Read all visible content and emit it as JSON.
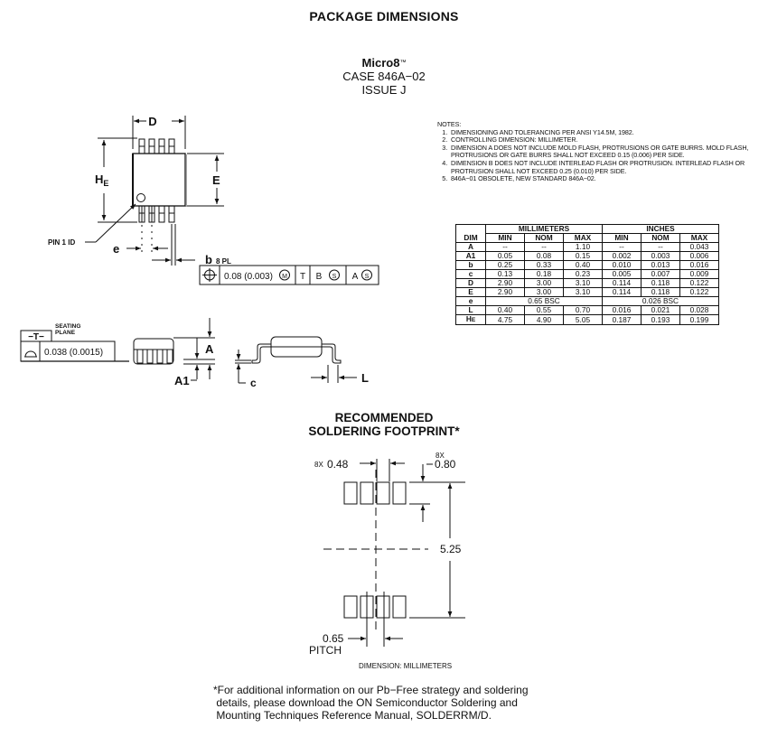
{
  "page_title": "PACKAGE DIMENSIONS",
  "package": {
    "name": "Micro8",
    "trademark": "™",
    "case": "CASE 846A−02",
    "issue": "ISSUE J"
  },
  "notes": {
    "heading": "NOTES:",
    "items": [
      "DIMENSIONING AND TOLERANCING PER ANSI Y14.5M, 1982.",
      "CONTROLLING DIMENSION: MILLIMETER.",
      "DIMENSION A DOES NOT INCLUDE MOLD FLASH, PROTRUSIONS OR GATE BURRS. MOLD FLASH, PROTRUSIONS OR GATE BURRS SHALL NOT EXCEED 0.15 (0.006) PER SIDE.",
      "DIMENSION B DOES NOT INCLUDE INTERLEAD FLASH OR PROTRUSION. INTERLEAD FLASH OR PROTRUSION SHALL NOT EXCEED 0.25 (0.010) PER SIDE.",
      "846A−01 OBSOLETE, NEW STANDARD 846A−02."
    ]
  },
  "dimension_table": {
    "group_headers": [
      "MILLIMETERS",
      "INCHES"
    ],
    "columns": [
      "DIM",
      "MIN",
      "NOM",
      "MAX",
      "MIN",
      "NOM",
      "MAX"
    ],
    "rows": [
      {
        "dim": "A",
        "mm": [
          "--",
          "--",
          "1.10"
        ],
        "in": [
          "--",
          "--",
          "0.043"
        ]
      },
      {
        "dim": "A1",
        "mm": [
          "0.05",
          "0.08",
          "0.15"
        ],
        "in": [
          "0.002",
          "0.003",
          "0.006"
        ]
      },
      {
        "dim": "b",
        "mm": [
          "0.25",
          "0.33",
          "0.40"
        ],
        "in": [
          "0.010",
          "0.013",
          "0.016"
        ]
      },
      {
        "dim": "c",
        "mm": [
          "0.13",
          "0.18",
          "0.23"
        ],
        "in": [
          "0.005",
          "0.007",
          "0.009"
        ]
      },
      {
        "dim": "D",
        "mm": [
          "2.90",
          "3.00",
          "3.10"
        ],
        "in": [
          "0.114",
          "0.118",
          "0.122"
        ]
      },
      {
        "dim": "E",
        "mm": [
          "2.90",
          "3.00",
          "3.10"
        ],
        "in": [
          "0.114",
          "0.118",
          "0.122"
        ]
      },
      {
        "dim": "e",
        "mm_bsc": "0.65 BSC",
        "in_bsc": "0.026 BSC"
      },
      {
        "dim": "L",
        "mm": [
          "0.40",
          "0.55",
          "0.70"
        ],
        "in": [
          "0.016",
          "0.021",
          "0.028"
        ]
      },
      {
        "dim": "HE",
        "dim_main": "H",
        "dim_sub": "E",
        "mm": [
          "4.75",
          "4.90",
          "5.05"
        ],
        "in": [
          "0.187",
          "0.193",
          "0.199"
        ]
      }
    ]
  },
  "top_view": {
    "label_D": "D",
    "label_E": "E",
    "label_HE_main": "H",
    "label_HE_sub": "E",
    "label_e": "e",
    "label_b": "b",
    "label_b_note": "8 PL",
    "pin1_label": "PIN 1 ID",
    "tolerance_frame": {
      "symbol": "position-icon",
      "value": "0.08 (0.003)",
      "modifier": "M",
      "datums": [
        "T",
        "B",
        "A"
      ],
      "datum_modifiers": [
        "",
        "S",
        "S"
      ]
    }
  },
  "side_view": {
    "datum_label": "−T−",
    "seating_plane": [
      "SEATING",
      "PLANE"
    ],
    "flatness_symbol": "profile-icon",
    "flatness_value": "0.038 (0.0015)",
    "label_A": "A",
    "label_A1": "A1"
  },
  "end_view": {
    "label_c": "c",
    "label_L": "L"
  },
  "footprint": {
    "title_line1": "RECOMMENDED",
    "title_line2": "SOLDERING FOOTPRINT*",
    "pad_width_prefix": "8X",
    "pad_width": "0.48",
    "pad_length_prefix": "8X",
    "pad_length": "0.80",
    "span": "5.25",
    "pitch": "0.65",
    "pitch_label": "PITCH",
    "units_note": "DIMENSION: MILLIMETERS"
  },
  "footnote": [
    "*For additional information on our Pb−Free strategy and soldering",
    " details, please download the ON Semiconductor Soldering and",
    " Mounting Techniques Reference Manual, SOLDERRM/D."
  ]
}
